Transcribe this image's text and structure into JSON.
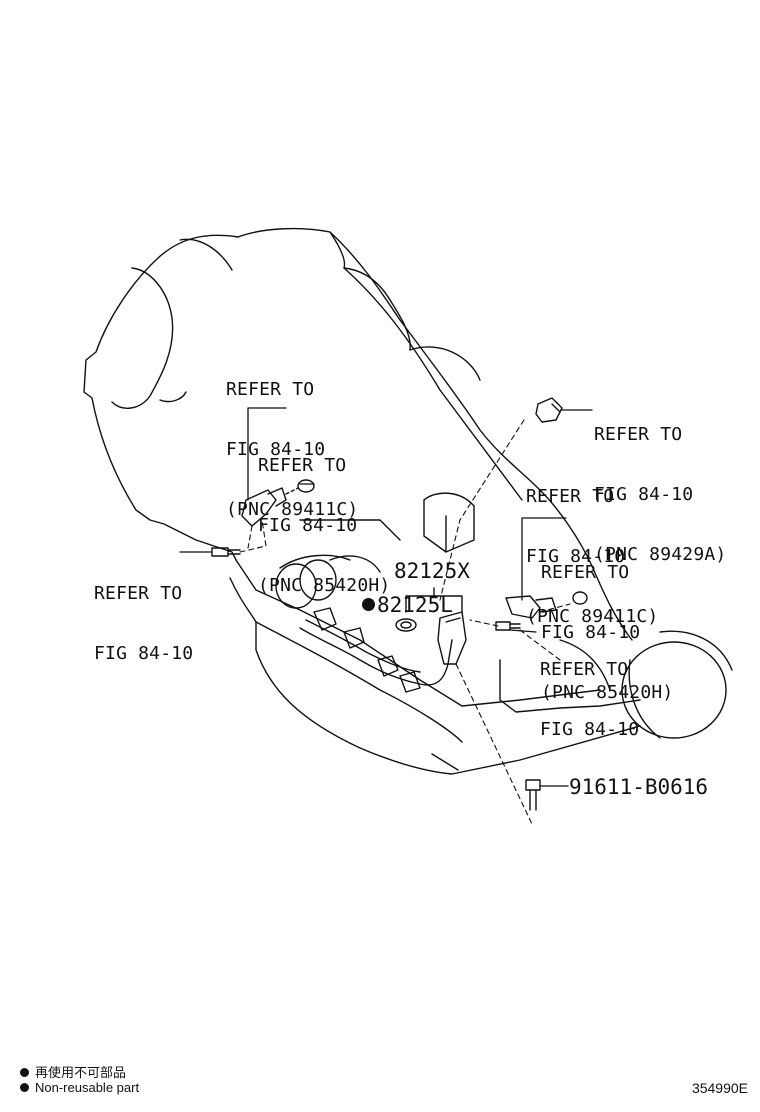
{
  "callouts": {
    "top_left_1": {
      "line1": "REFER TO",
      "line2": "FIG 84-10",
      "line3": "(PNC 89411C)"
    },
    "top_left_2": {
      "line1": "REFER TO",
      "line2": "FIG 84-10",
      "line3": "(PNC 85420H)"
    },
    "left_bolt": {
      "line1": "REFER TO",
      "line2": "FIG 84-10"
    },
    "right_1": {
      "line1": "REFER TO",
      "line2": "FIG 84-10",
      "line3": "(PNC 89429A)"
    },
    "right_2": {
      "line1": "REFER TO",
      "line2": "FIG 84-10",
      "line3": "(PNC 89411C)"
    },
    "right_3": {
      "line1": "REFER TO",
      "line2": "FIG 84-10",
      "line3": "(PNC 85420H)"
    },
    "right_bolt": {
      "line1": "REFER TO",
      "line2": "FIG 84-10"
    }
  },
  "parts": {
    "wire_harness": "82125X",
    "wire_harness_nonreusable": "82125L",
    "bolt": "91611-B0616"
  },
  "legend": {
    "jp": "再使用不可部品",
    "en": "Non-reusable part"
  },
  "figure_id": "354990E",
  "colors": {
    "line": "#111111",
    "background": "#ffffff"
  }
}
